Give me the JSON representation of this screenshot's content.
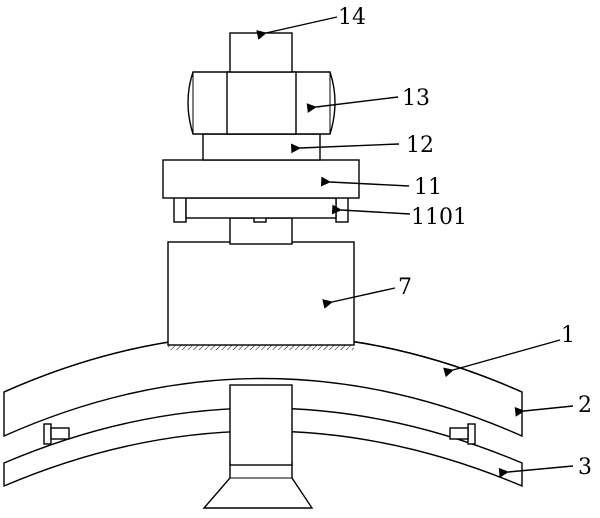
{
  "labels": {
    "l14": "14",
    "l13": "13",
    "l12": "12",
    "l11": "11",
    "l1101": "1101",
    "l7": "7",
    "l1": "1",
    "l2": "2",
    "l3": "3"
  }
}
